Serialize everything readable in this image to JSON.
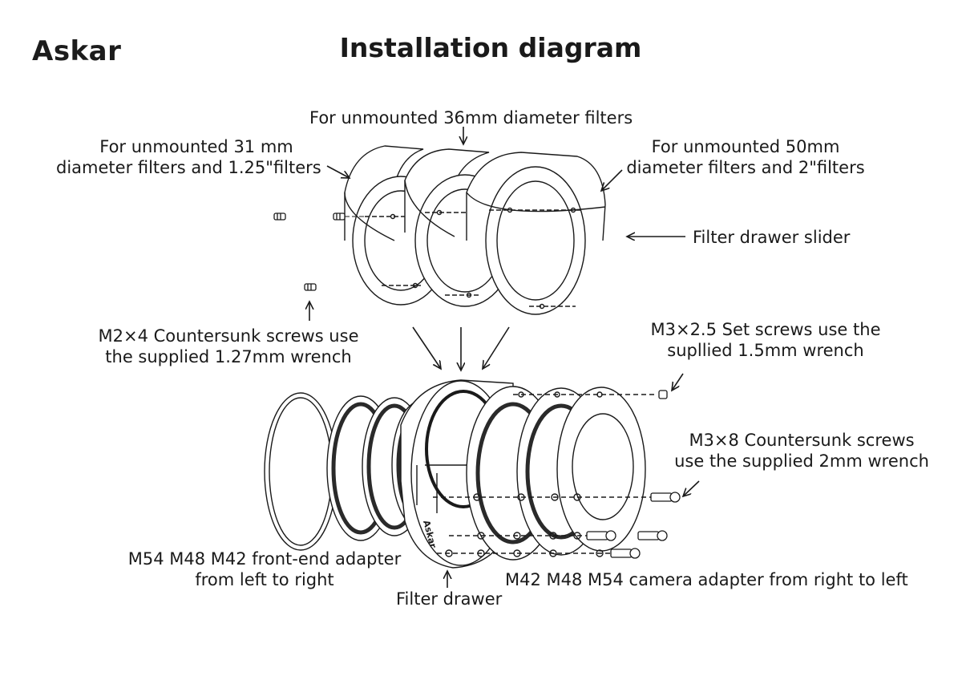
{
  "header": {
    "logo_text": "Askar",
    "title": "Installation diagram"
  },
  "labels": {
    "filter_36": "For unmounted 36mm diameter filters",
    "filter_31_line1": "For unmounted 31 mm",
    "filter_31_line2": "diameter filters and 1.25\"filters",
    "filter_50_line1": "For unmounted 50mm",
    "filter_50_line2": "diameter filters and 2\"filters",
    "slider": "Filter drawer slider",
    "m2_line1": "M2×4 Countersunk screws use",
    "m2_line2": "the supplied 1.27mm wrench",
    "m3set_line1": "M3×2.5 Set screws use the",
    "m3set_line2": "supllied 1.5mm wrench",
    "m3cs_line1": "M3×8 Countersunk screws",
    "m3cs_line2": "use the supplied 2mm wrench",
    "front_line1": "M54 M48 M42 front-end adapter",
    "front_line2": "from left to right",
    "drawer": "Filter drawer",
    "camera": "M42 M48 M54 camera adapter from right to left",
    "drawer_engraving": "Askar"
  }
}
